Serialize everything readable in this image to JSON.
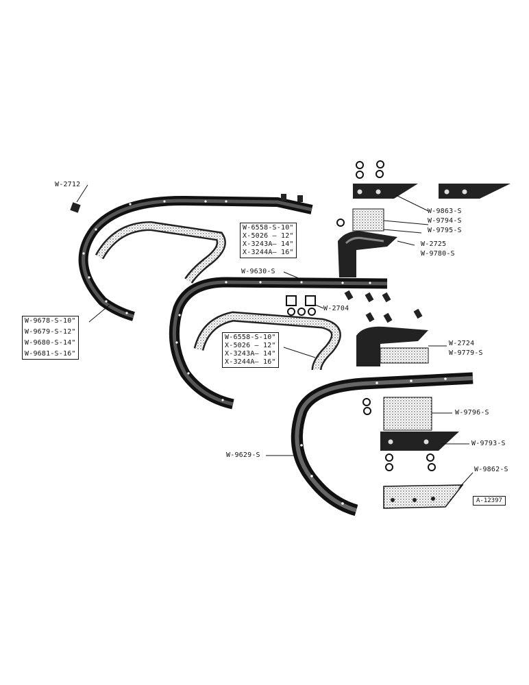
{
  "labels": {
    "w2712": "W-2712",
    "w9863": "W-9863-S",
    "w9794": "W-9794-S",
    "w9795": "W-9795-S",
    "w2725": "W-2725",
    "w9780": "W-9780-S",
    "w9630": "W-9630-S",
    "w2704": "W-2704",
    "w2724": "W-2724",
    "w9779": "W-9779-S",
    "w9796": "W-9796-S",
    "w9793": "W-9793-S",
    "w9629": "W-9629-S",
    "w9862": "W-9862-S"
  },
  "shank_sizes_upper": [
    "W-6558-S-10\"",
    "X-5026 — 12\"",
    "X-3243A— 14\"",
    "X-3244A— 16\""
  ],
  "shank_sizes_middle": [
    "W-6558-S-10\"",
    "X-5026 — 12\"",
    "X-3243A— 14\"",
    "X-3244A— 16\""
  ],
  "standard_sizes_left": [
    "W-9678-S-10\"",
    "W-9679-S-12\"",
    "W-9680-S-14\"",
    "W-9681-S-16\""
  ],
  "reference": "A-12397"
}
